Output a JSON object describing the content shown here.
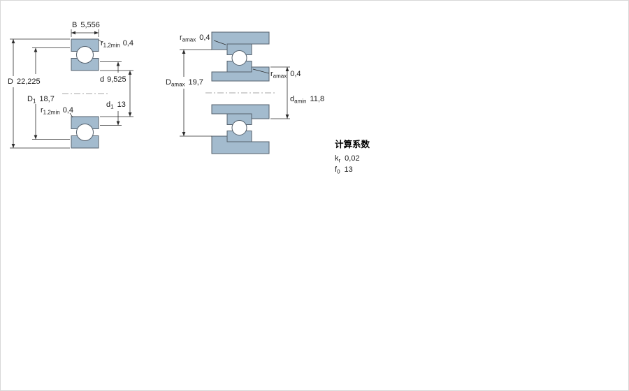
{
  "colors": {
    "section_fill": "#a3bbce",
    "ball_fill": "#ffffff",
    "section_outline": "#54606c",
    "dimension_line": "#2b2b2b"
  },
  "figure_cross_section": {
    "dim_B": {
      "label": "B",
      "value": "5,556"
    },
    "dim_r_top": {
      "label": "r",
      "sub": "1,2min",
      "value": "0,4"
    },
    "dim_D": {
      "label": "D",
      "value": "22,225"
    },
    "dim_D1": {
      "label": "D",
      "sub": "1",
      "value": "18,7"
    },
    "dim_r_bottom": {
      "label": "r",
      "sub": "1,2min",
      "value": "0,4"
    },
    "dim_d": {
      "label": "d",
      "value": "9,525"
    },
    "dim_d1": {
      "label": "d",
      "sub": "1",
      "value": "13"
    }
  },
  "figure_abutment": {
    "dim_r_housing": {
      "label": "r",
      "sub": "amax",
      "value": "0,4"
    },
    "dim_Da": {
      "label": "D",
      "sub": "amax",
      "value": "19,7"
    },
    "dim_r_shaft": {
      "label": "r",
      "sub": "amax",
      "value": "0,4"
    },
    "dim_da": {
      "label": "d",
      "sub": "amin",
      "value": "11,8"
    }
  },
  "calculation_factors": {
    "title": "计算系数",
    "kr": {
      "label": "k",
      "sub": "r",
      "value": "0,02"
    },
    "f0": {
      "label": "f",
      "sub": "0",
      "value": "13"
    }
  }
}
